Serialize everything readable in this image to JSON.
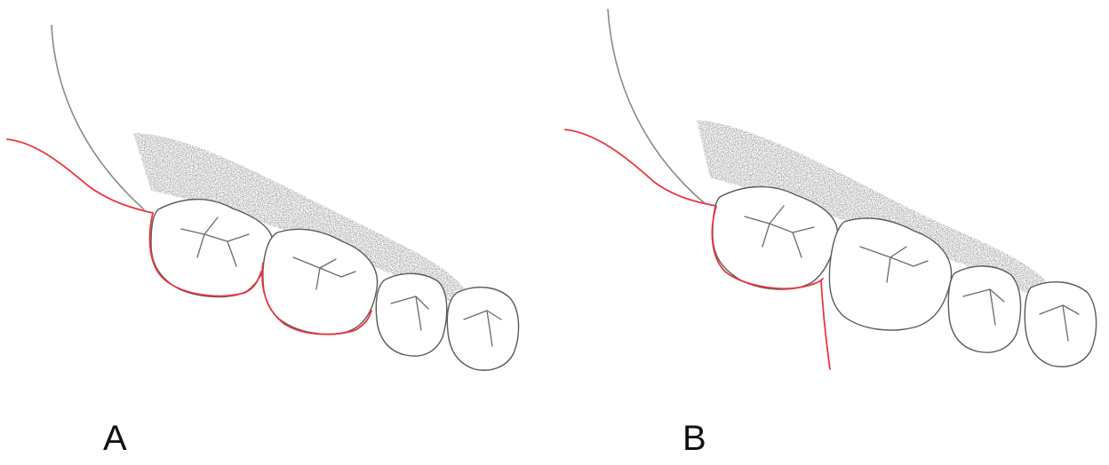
{
  "panels": [
    {
      "id": "A",
      "label": "A"
    },
    {
      "id": "B",
      "label": "B"
    }
  ],
  "colors": {
    "outline": "#5a5a5a",
    "highlight": "#e8373f",
    "cheek_line": "#8a8a8a",
    "bone_stipple": "#6f6f6f",
    "background": "#ffffff"
  }
}
